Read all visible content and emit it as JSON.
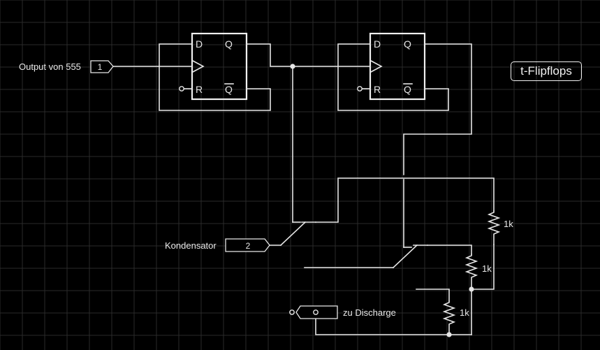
{
  "title": "t-Flipflops",
  "labels": {
    "input1": "Output von 555",
    "input2": "Kondensator",
    "output": "zu Discharge"
  },
  "pins": {
    "input1_number": "1",
    "input2_number": "2"
  },
  "flipflop_pins": {
    "d": "D",
    "q": "Q",
    "q_bar": "Q",
    "r": "R"
  },
  "resistors": [
    "1k",
    "1k",
    "1k"
  ],
  "colors": {
    "background": "#000000",
    "grid": "#2a2a2a",
    "wire": "#e6e6e6"
  }
}
